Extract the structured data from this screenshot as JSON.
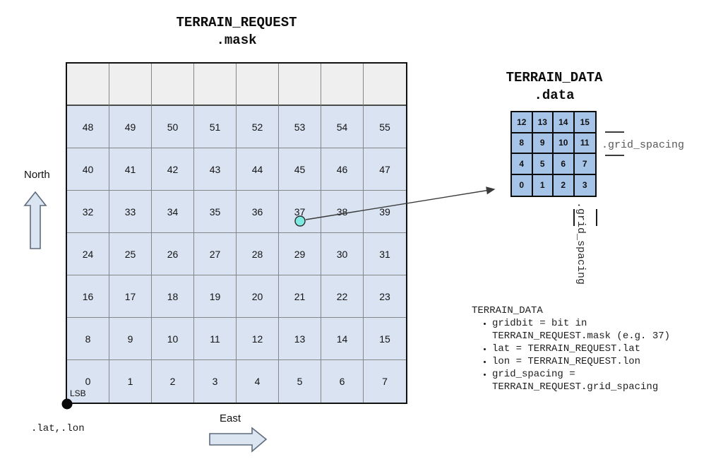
{
  "diagram": {
    "mask": {
      "title_line1": "TERRAIN_REQUEST",
      "title_line2": ".mask",
      "rows": [
        [
          "",
          "",
          "",
          "",
          "",
          "",
          "",
          ""
        ],
        [
          "48",
          "49",
          "50",
          "51",
          "52",
          "53",
          "54",
          "55"
        ],
        [
          "40",
          "41",
          "42",
          "43",
          "44",
          "45",
          "46",
          "47"
        ],
        [
          "32",
          "33",
          "34",
          "35",
          "36",
          "37",
          "38",
          "39"
        ],
        [
          "24",
          "25",
          "26",
          "27",
          "28",
          "29",
          "30",
          "31"
        ],
        [
          "16",
          "17",
          "18",
          "19",
          "20",
          "21",
          "22",
          "23"
        ],
        [
          "8",
          "9",
          "10",
          "11",
          "12",
          "13",
          "14",
          "15"
        ],
        [
          "0",
          "1",
          "2",
          "3",
          "4",
          "5",
          "6",
          "7"
        ]
      ],
      "selected_bit": "37",
      "lsb_label": "LSB",
      "origin_label": ".lat,.lon"
    },
    "data": {
      "title_line1": "TERRAIN_DATA",
      "title_line2": ".data",
      "rows": [
        [
          "12",
          "13",
          "14",
          "15"
        ],
        [
          "8",
          "9",
          "10",
          "11"
        ],
        [
          "4",
          "5",
          "6",
          "7"
        ],
        [
          "0",
          "1",
          "2",
          "3"
        ]
      ],
      "grid_spacing_horizontal_label": ".grid_spacing",
      "grid_spacing_vertical_label": ".grid_spacing"
    },
    "compass": {
      "north_label": "North",
      "east_label": "East"
    },
    "notes": {
      "heading": "TERRAIN_DATA",
      "bullets": [
        "gridbit = bit in\nTERRAIN_REQUEST.mask (e.g. 37)",
        "lat = TERRAIN_REQUEST.lat",
        "lon = TERRAIN_REQUEST.lon",
        "grid_spacing =\nTERRAIN_REQUEST.grid_spacing"
      ]
    },
    "colors": {
      "mask_cell_fill": "#dae3f1",
      "mask_header_row_fill": "#efefef",
      "data_cell_fill": "#a6c4e8",
      "selected_bit_marker": "#7ee9e0",
      "block_arrow_fill": "#dbe5f1"
    }
  }
}
